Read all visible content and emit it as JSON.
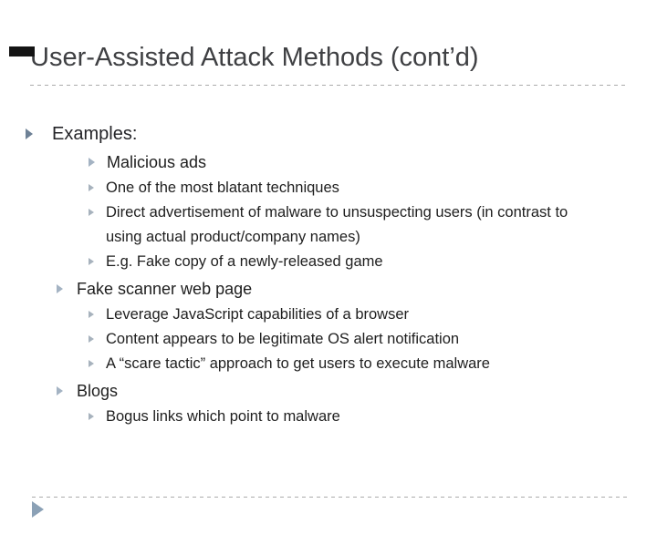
{
  "slide": {
    "title": "User-Assisted Attack Methods (cont’d)",
    "content": {
      "intro_label": "Examples:",
      "sections": [
        {
          "heading": "Malicious ads",
          "items": [
            "One of the most blatant techniques",
            "Direct advertisement of malware to unsuspecting users (in contrast to using actual product/company names)",
            "E.g. Fake copy of a newly-released game"
          ]
        },
        {
          "heading": "Fake scanner web page",
          "items": [
            "Leverage JavaScript capabilities of a browser",
            "Content appears to be legitimate OS alert notification",
            "A “scare tactic” approach to get users to execute malware"
          ]
        },
        {
          "heading": "Blogs",
          "items": [
            "Bogus links which point to malware"
          ]
        }
      ]
    },
    "icons": {
      "bullet_level1": "right-triangle-arrow",
      "bullet_sub": "right-triangle-arrow",
      "footer": "right-triangle-arrow"
    },
    "colors": {
      "title_text": "#3f4043",
      "body_text": "#1e1e1e",
      "bullet_level1": "#6e8196",
      "bullet_sub": "#a4b3c3",
      "footer_arrow": "#8ba1b6",
      "divider": "#ababab",
      "corner_tab": "#141414"
    }
  }
}
